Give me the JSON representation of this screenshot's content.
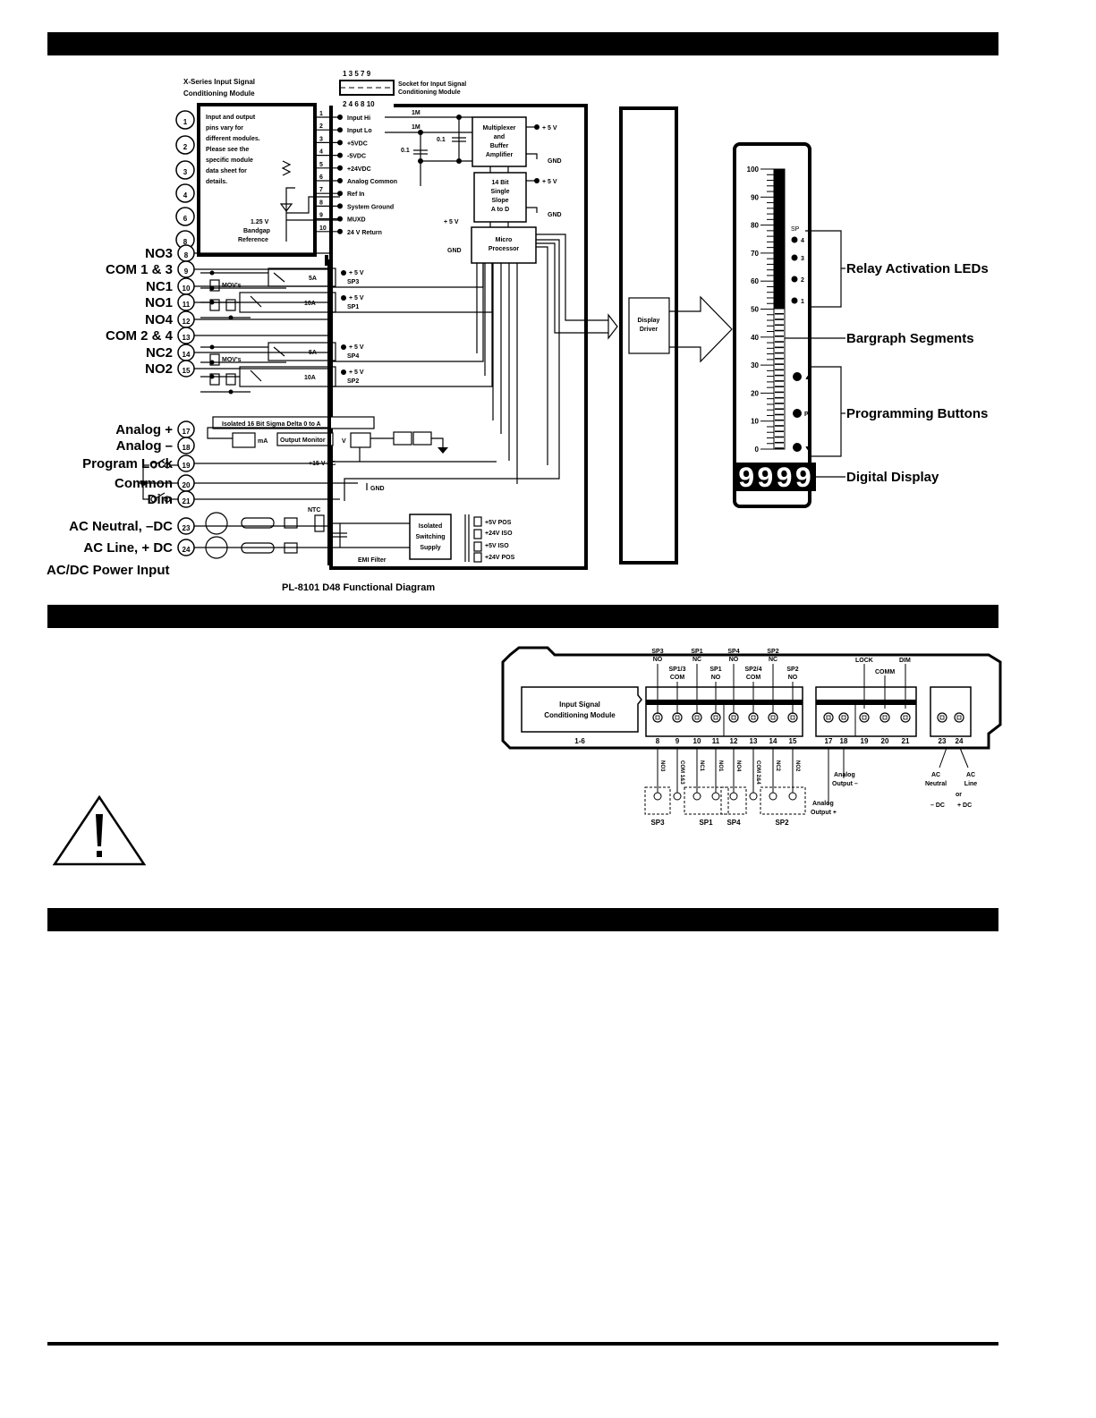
{
  "section_bars": [
    {
      "name": "functional-diagram-header",
      "text": ""
    },
    {
      "name": "electrical-connections-header",
      "text": ""
    },
    {
      "name": "third-section-header",
      "text": ""
    }
  ],
  "functional_diagram": {
    "caption": "PL-8101 D48 Functional Diagram",
    "module_title_line1": "X-Series Input Signal",
    "module_title_line2": "Conditioning Module",
    "module_note": [
      "Input and output",
      "pins vary for",
      "different modules.",
      "Please see the",
      "specific module",
      "data sheet for",
      "details."
    ],
    "reference_label": [
      "1.25 V",
      "Bandgap",
      "Reference"
    ],
    "socket_label_line1": "Socket for Input Signal",
    "socket_label_line2": "Conditioning Module",
    "socket_top_pins": "1 3 5 7 9",
    "socket_bottom_pins": "2 4 6 8 10",
    "module_pins": [
      "1",
      "2",
      "3",
      "4",
      "6",
      "8"
    ],
    "inner_pins": [
      "1",
      "2",
      "3",
      "4",
      "5",
      "6",
      "7",
      "8",
      "9",
      "10"
    ],
    "inner_signals": [
      "Input Hi",
      "Input Lo",
      "+5VDC",
      "-5VDC",
      "+24VDC",
      "Analog Common",
      "Ref In",
      "System Ground",
      "MUXD",
      "24 V Return"
    ],
    "resistor_labels": [
      "1M",
      "1M"
    ],
    "cap_labels": [
      "0.1",
      "0.1"
    ],
    "blocks": {
      "amplifier": [
        "Multiplexer",
        "and",
        "Buffer",
        "Amplifier"
      ],
      "adc": [
        "14 Bit",
        "Single",
        "Slope",
        "A to D"
      ],
      "micro": [
        "Micro",
        "Processor"
      ],
      "display_driver": [
        "Display",
        "Driver"
      ],
      "power_supply": [
        "Isolated",
        "Switching",
        "Supply"
      ],
      "analog_output": "Isolated 16 Bit Sigma Delta 0 to A",
      "output_amp": "Output Monitor"
    },
    "supply_labels": {
      "plus5v": "+ 5 V",
      "gnd": "GND",
      "plus15": "+15 V DC",
      "ntc": "NTC",
      "emi": "EMI Filter",
      "ma": "mA",
      "v": "V"
    },
    "relay_labels": {
      "mov": "MOV's",
      "5a": "5A",
      "10a": "10A",
      "sp3": "SP3",
      "sp1": "SP1",
      "sp4": "SP4",
      "sp2": "SP2"
    },
    "terminals": [
      {
        "num": "8",
        "label": "NO3"
      },
      {
        "num": "9",
        "label": "COM 1 & 3"
      },
      {
        "num": "10",
        "label": "NC1"
      },
      {
        "num": "11",
        "label": "NO1"
      },
      {
        "num": "12",
        "label": "NO4"
      },
      {
        "num": "13",
        "label": "COM 2 & 4"
      },
      {
        "num": "14",
        "label": "NC2"
      },
      {
        "num": "15",
        "label": "NO2"
      },
      {
        "num": "17",
        "label": "Analog +"
      },
      {
        "num": "18",
        "label": "Analog –"
      },
      {
        "num": "19",
        "label": "Program Lock"
      },
      {
        "num": "20",
        "label": "Common"
      },
      {
        "num": "21",
        "label": "Dim"
      },
      {
        "num": "23",
        "label": "AC Neutral, –DC"
      },
      {
        "num": "24",
        "label": "AC Line, + DC"
      }
    ],
    "power_input_label": "AC/DC Power Input",
    "psu_outputs": [
      "+5V POS",
      "+24V ISO",
      "+5V ISO",
      "+24V POS"
    ]
  },
  "front_panel": {
    "scale_ticks": [
      "100",
      "90",
      "80",
      "70",
      "60",
      "50",
      "40",
      "30",
      "20",
      "10",
      "0"
    ],
    "bargraph_fill_from": 50,
    "bargraph_fill_to": 100,
    "sp_header": "SP",
    "leds": [
      "4",
      "3",
      "2",
      "1"
    ],
    "buttons": [
      "up-arrow",
      "P",
      "down-arrow"
    ],
    "button_glyphs": [
      "▲",
      "P",
      "▼"
    ],
    "display_value": "9999",
    "callouts": {
      "relay_leds": "Relay Activation LEDs",
      "bargraph": "Bargraph Segments",
      "buttons": "Programming Buttons",
      "display": "Digital Display"
    }
  },
  "rear_panel": {
    "module_label": [
      "Input Signal",
      "Conditioning Module"
    ],
    "module_pins": "1-6",
    "relay_top_labels": [
      [
        "SP3",
        "NO"
      ],
      [
        "SP1/3",
        "COM"
      ],
      [
        "SP1",
        "NC"
      ],
      [
        "SP1",
        "NO"
      ],
      [
        "SP4",
        "NO"
      ],
      [
        "SP2/4",
        "COM"
      ],
      [
        "SP2",
        "NC"
      ],
      [
        "SP2",
        "NO"
      ]
    ],
    "relay_terminals": [
      "8",
      "9",
      "10",
      "11",
      "12",
      "13",
      "14",
      "15"
    ],
    "io_top_labels": [
      "LOCK",
      "COMM",
      "DIM"
    ],
    "io_terminals": [
      "17",
      "18",
      "19",
      "20",
      "21"
    ],
    "power_terminals": [
      "23",
      "24"
    ],
    "analog_out_minus": [
      "Analog",
      "Output –"
    ],
    "analog_out_plus": [
      "Analog",
      "Output +"
    ],
    "ac_neutral": [
      "AC",
      "Neutral"
    ],
    "ac_line": [
      "AC",
      "Line"
    ],
    "dc_minus": "– DC",
    "dc_plus": "+ DC",
    "or_label": "or",
    "relay_groups": [
      "SP3",
      "SP1",
      "SP4",
      "SP2"
    ],
    "relay_contact_labels": [
      "NO3",
      "COM 1&3",
      "NC1",
      "NO1",
      "NO4",
      "COM 2&4",
      "NC2",
      "NO2"
    ]
  },
  "warning_icon": "warning-triangle"
}
